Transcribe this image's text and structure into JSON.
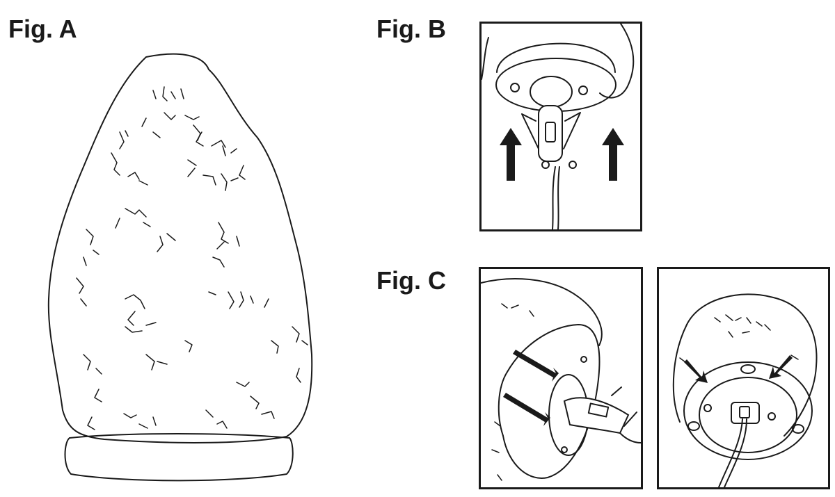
{
  "figures": {
    "a": {
      "label": "Fig. A"
    },
    "b": {
      "label": "Fig. B"
    },
    "c": {
      "label": "Fig. C"
    }
  },
  "colors": {
    "ink": "#1a1a1a",
    "background": "#ffffff"
  }
}
